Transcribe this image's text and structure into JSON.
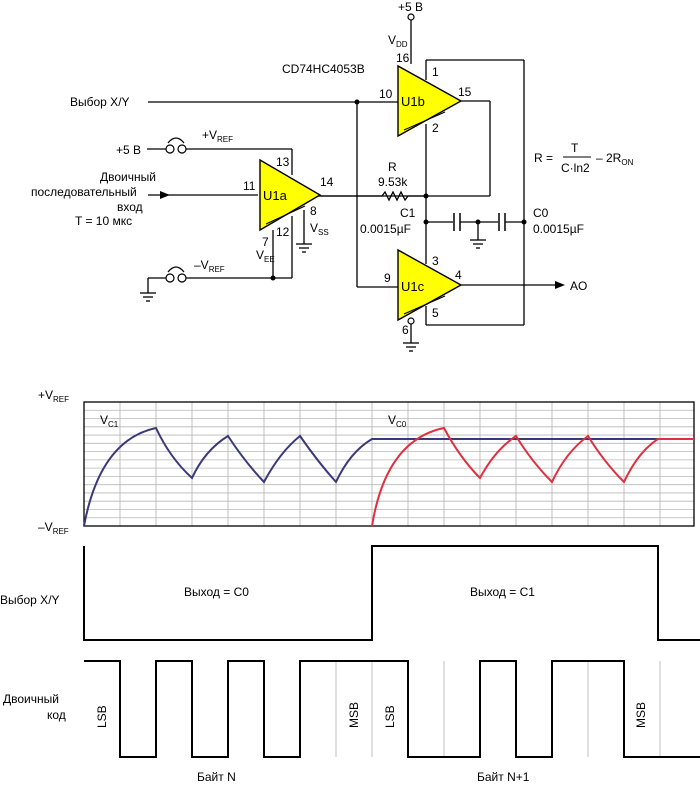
{
  "schematic": {
    "supply_top": "+5 В",
    "vdd_main": "V",
    "vdd_sub": "DD",
    "chip": "CD74HC4053B",
    "select_label": "Выбор X/Y",
    "supply_left": "+5 В",
    "vref_plus_main": "+V",
    "vref_plus_sub": "REF",
    "input_line1": "Двоичный",
    "input_line2": "последовательный",
    "input_line3": "вход",
    "input_line4": "T = 10 мкс",
    "vref_minus_main": "–V",
    "vref_minus_sub": "REF",
    "vee_main": "V",
    "vee_sub": "EE",
    "vss_main": "V",
    "vss_sub": "SS",
    "u1a": "U1a",
    "u1b": "U1b",
    "u1c": "U1c",
    "pins": {
      "p16": "16",
      "p1": "1",
      "p10": "10",
      "p15": "15",
      "p2": "2",
      "p13": "13",
      "p11": "11",
      "p14": "14",
      "p8": "8",
      "p7": "7",
      "p12": "12",
      "p3": "3",
      "p9": "9",
      "p4": "4",
      "p5": "5",
      "p6": "6"
    },
    "r_name": "R",
    "r_value": "9.53k",
    "c1_name": "C1",
    "c1_value": "0.0015µF",
    "c0_name": "C0",
    "c0_value": "0.0015µF",
    "formula_left": "R =",
    "formula_num": "T",
    "formula_den": "C·ln2",
    "formula_tail": "– 2R",
    "formula_tail_sub": "ON",
    "output": "AO"
  },
  "timing": {
    "vref_top_main": "+V",
    "vref_top_sub": "REF",
    "vref_bot_main": "–V",
    "vref_bot_sub": "REF",
    "vc1_main": "V",
    "vc1_sub": "C1",
    "vc0_main": "V",
    "vc0_sub": "C0",
    "vc1_color": "#3a3a7a",
    "vc0_color": "#e03040",
    "select_row_label": "Выбор X/Y",
    "out_c0": "Выход = C0",
    "out_c1": "Выход = C1",
    "binary_line1": "Двоичный",
    "binary_line2": "код",
    "lsb1": "LSB",
    "msb1": "MSB",
    "lsb2": "LSB",
    "msb2": "MSB",
    "byte_n": "Байт N",
    "byte_n1": "Байт N+1",
    "bits": [
      1,
      0,
      1,
      0,
      1,
      0,
      1,
      1,
      1,
      0,
      0,
      1,
      0,
      1,
      1,
      0
    ]
  }
}
